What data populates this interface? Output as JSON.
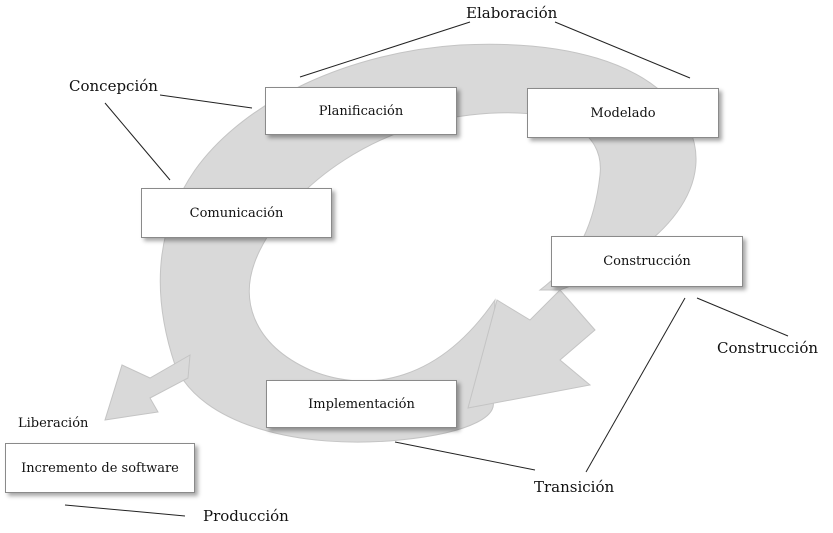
{
  "activities": {
    "planificacion": "Planificación",
    "modelado": "Modelado",
    "comunicacion": "Comunicación",
    "construccion": "Construcción",
    "implementacion": "Implementación",
    "incremento": "Incremento de software"
  },
  "phases": {
    "elaboracion": "Elaboración",
    "concepcion": "Concepción",
    "construccion": "Construcción",
    "transicion": "Transición",
    "liberacion": "Liberación",
    "produccion": "Producción"
  },
  "colors": {
    "cycle_fill": "#d9d9d9",
    "cycle_stroke": "#c4c4c4",
    "box_border": "#8a8a8a",
    "leader_line": "#222222"
  }
}
